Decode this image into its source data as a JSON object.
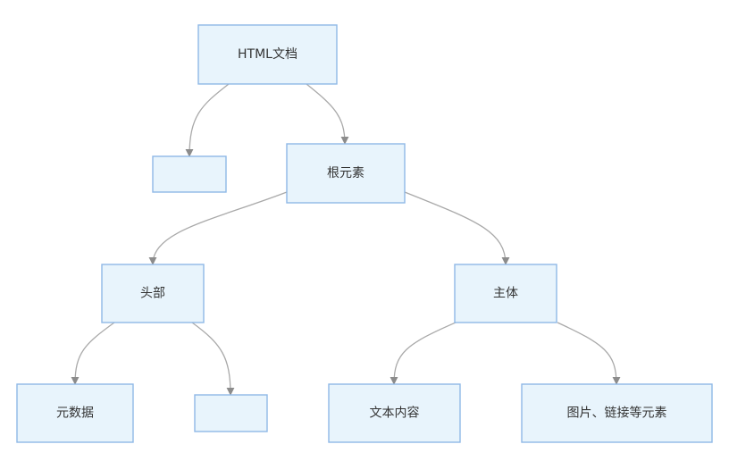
{
  "nodes": {
    "html_doc": {
      "label": "HTML文档"
    },
    "empty_left": {
      "label": ""
    },
    "root": {
      "label": "根元素"
    },
    "head": {
      "label": "头部"
    },
    "body": {
      "label": "主体"
    },
    "metadata": {
      "label": "元数据"
    },
    "empty_head": {
      "label": ""
    },
    "text_content": {
      "label": "文本内容"
    },
    "media_links": {
      "label": "图片、链接等元素"
    }
  },
  "edges": [
    {
      "from": "html_doc",
      "to": "empty_left"
    },
    {
      "from": "html_doc",
      "to": "root"
    },
    {
      "from": "root",
      "to": "head"
    },
    {
      "from": "root",
      "to": "body"
    },
    {
      "from": "head",
      "to": "metadata"
    },
    {
      "from": "head",
      "to": "empty_head"
    },
    {
      "from": "body",
      "to": "text_content"
    },
    {
      "from": "body",
      "to": "media_links"
    }
  ],
  "colors": {
    "node_fill": "#e8f4fc",
    "node_border": "#8fb8e6",
    "edge": "#a9a9a9",
    "text": "#333333"
  }
}
